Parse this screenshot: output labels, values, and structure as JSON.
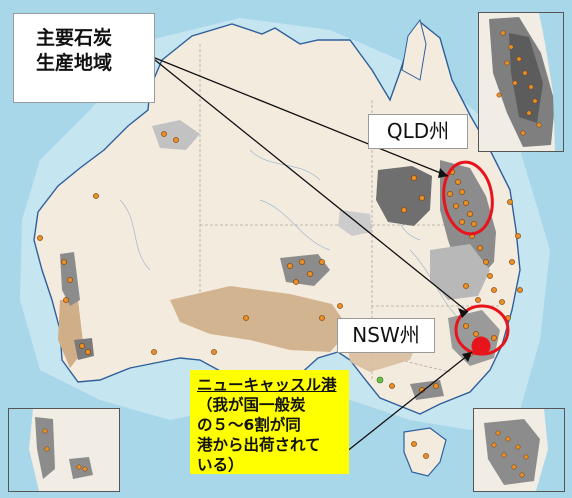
{
  "callouts": {
    "region_line1": "主要石炭",
    "region_line2": "生産地域",
    "qld": "QLD州",
    "nsw": "NSW州",
    "port_title": "ニューキャッスル港",
    "port_line2": "（我が国一般炭",
    "port_line3": "の５～6割が同",
    "port_line4": "港から出荷されて",
    "port_line5": "いる）"
  },
  "colors": {
    "sea": "#a9d7ea",
    "land": "#f4ebdf",
    "basin_dark": "#8c8c8c",
    "basin_light": "#c7c7c7",
    "basin_brown": "#cfae88",
    "coal_site": "#e7902a",
    "highlight_ring": "#e8141c",
    "newcastle_dot": "#e8141c",
    "port_callout_bg": "#ffff00"
  },
  "legend": {
    "coal_site_marker": "orange-dot",
    "highlight_marker": "red-ellipse",
    "port_marker": "red-dot"
  }
}
